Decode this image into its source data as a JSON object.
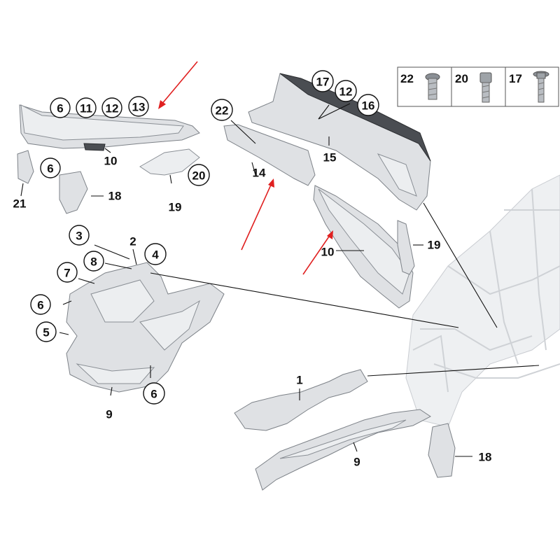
{
  "labels": {
    "circled": [
      {
        "id": "c6a",
        "text": "6"
      },
      {
        "id": "c11",
        "text": "11"
      },
      {
        "id": "c12a",
        "text": "12"
      },
      {
        "id": "c13",
        "text": "13"
      },
      {
        "id": "c6b",
        "text": "6"
      },
      {
        "id": "c20",
        "text": "20"
      },
      {
        "id": "c22",
        "text": "22"
      },
      {
        "id": "c17",
        "text": "17"
      },
      {
        "id": "c12b",
        "text": "12"
      },
      {
        "id": "c16",
        "text": "16"
      },
      {
        "id": "c3",
        "text": "3"
      },
      {
        "id": "c8",
        "text": "8"
      },
      {
        "id": "c4",
        "text": "4"
      },
      {
        "id": "c7",
        "text": "7"
      },
      {
        "id": "c6c",
        "text": "6"
      },
      {
        "id": "c5",
        "text": "5"
      },
      {
        "id": "c6d",
        "text": "6"
      }
    ],
    "plain": [
      {
        "id": "p10a",
        "text": "10"
      },
      {
        "id": "p21",
        "text": "21"
      },
      {
        "id": "p18a",
        "text": "18"
      },
      {
        "id": "p19a",
        "text": "19"
      },
      {
        "id": "p14",
        "text": "14"
      },
      {
        "id": "p15",
        "text": "15"
      },
      {
        "id": "p10b",
        "text": "10"
      },
      {
        "id": "p19b",
        "text": "19"
      },
      {
        "id": "p2",
        "text": "2"
      },
      {
        "id": "p9a",
        "text": "9"
      },
      {
        "id": "p1",
        "text": "1"
      },
      {
        "id": "p9b",
        "text": "9"
      },
      {
        "id": "p18b",
        "text": "18"
      }
    ]
  },
  "fastener_legend": {
    "items": [
      {
        "number": "22",
        "icon": "torx-screw-icon"
      },
      {
        "number": "20",
        "icon": "hex-socket-bolt-icon"
      },
      {
        "number": "17",
        "icon": "flange-bolt-icon"
      }
    ]
  }
}
